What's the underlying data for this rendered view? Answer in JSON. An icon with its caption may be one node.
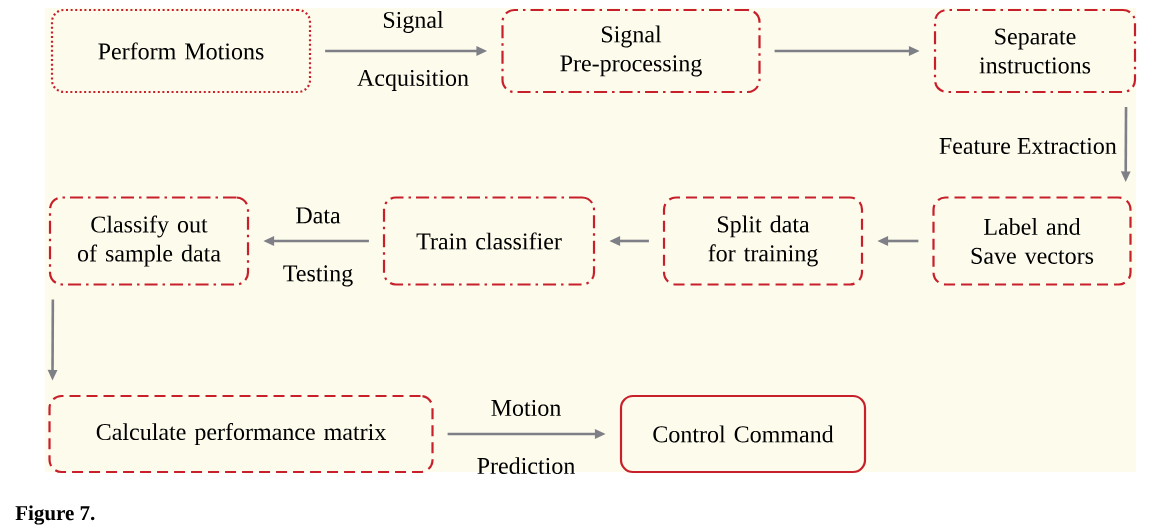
{
  "diagram": {
    "caption": "Figure 7.",
    "nodes": [
      {
        "text": [
          "Perform Motions"
        ]
      },
      {
        "text": [
          "Signal Pre-processing"
        ]
      },
      {
        "text": [
          "Separate instructions"
        ]
      },
      {
        "text": [
          "Label and Save vectors"
        ]
      },
      {
        "text": [
          "Split data for training"
        ]
      },
      {
        "text": [
          "Train classifier"
        ]
      },
      {
        "text": [
          "Classify out of sample data"
        ]
      },
      {
        "text": [
          "Calculate performance matrix"
        ]
      },
      {
        "text": [
          "Control Command"
        ]
      }
    ],
    "edges": [
      {
        "from": 0,
        "to": 1,
        "arrow": "to",
        "label": "Signal Acquisition"
      },
      {
        "from": 1,
        "to": 2,
        "arrow": "to"
      },
      {
        "from": 2,
        "to": 3,
        "arrow": "to",
        "label": "Feature Extraction"
      },
      {
        "from": 3,
        "to": 4,
        "arrow": "to"
      },
      {
        "from": 4,
        "to": 5,
        "arrow": "to"
      },
      {
        "from": 5,
        "to": 6,
        "arrow": "to",
        "label": "Data Testing"
      },
      {
        "from": 6,
        "to": 7,
        "arrow": "to"
      },
      {
        "from": 7,
        "to": 8,
        "arrow": "to",
        "label": "Motion Prediction"
      }
    ]
  }
}
